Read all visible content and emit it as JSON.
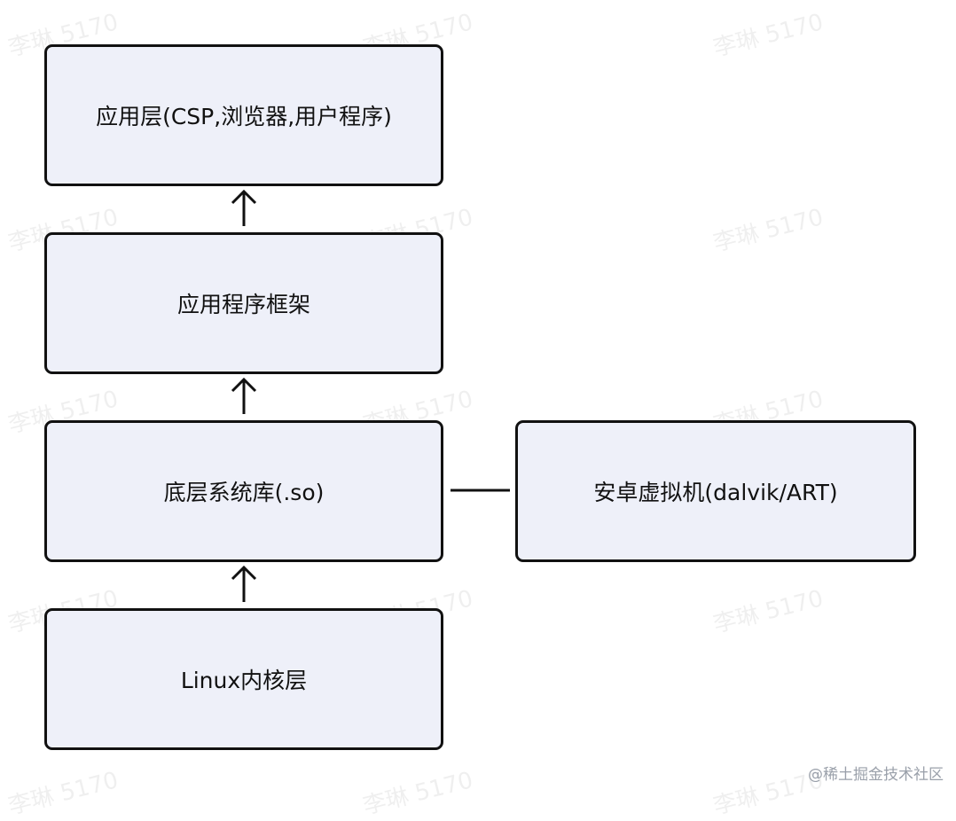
{
  "watermark_text": "李琳 5170",
  "layers": {
    "application": "应用层(CSP,浏览器,用户程序)",
    "framework": "应用程序框架",
    "libraries": "底层系统库(.so)",
    "kernel": "Linux内核层"
  },
  "side_box": {
    "vm": "安卓虚拟机(dalvik/ART)"
  },
  "footer_text": "@稀土掘金技术社区",
  "colors": {
    "box_fill": "#eef0f9",
    "box_border": "#111111",
    "line": "#111111"
  }
}
